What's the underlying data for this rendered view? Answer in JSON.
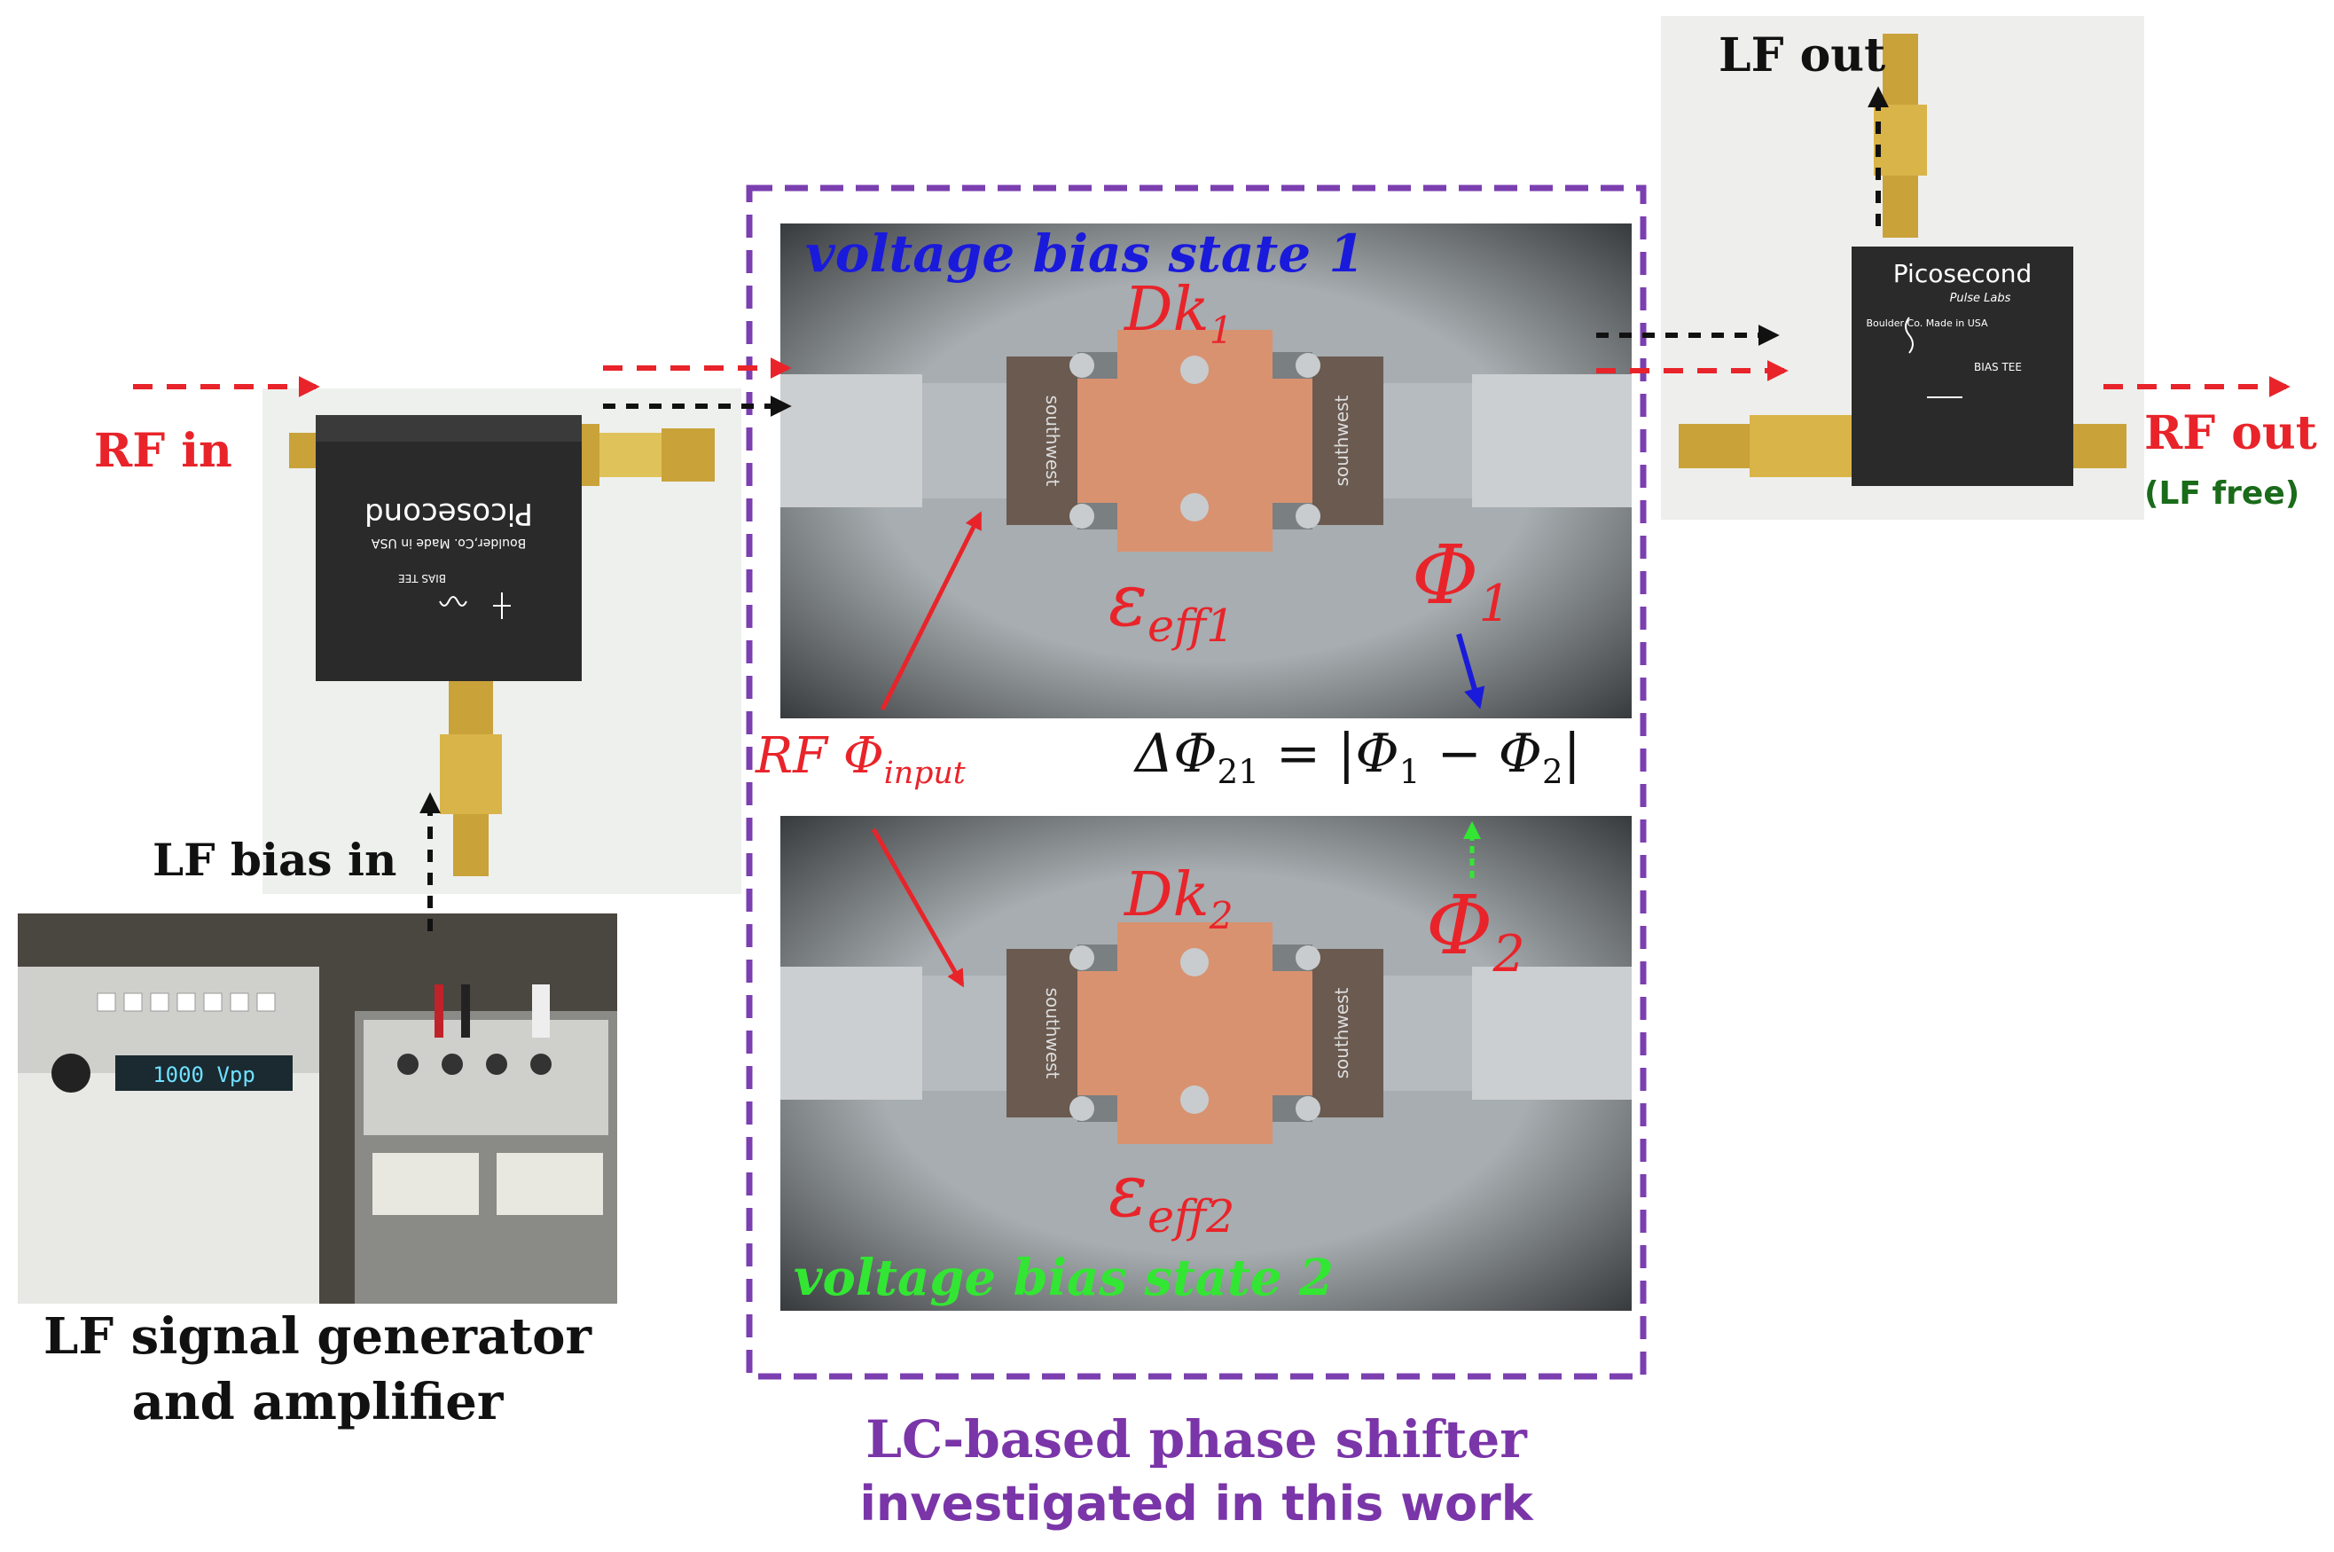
{
  "labels": {
    "rf_in": "RF in",
    "rf_out": "RF out",
    "lf_free": "(LF free)",
    "lf_out": "LF out",
    "lf_bias_in": "LF bias in",
    "generator_line1": "LF signal generator",
    "generator_line2": "and amplifier",
    "state1": "voltage bias state 1",
    "state2": "voltage bias state 2",
    "dk1_base": "Dk",
    "dk1_sub": "1",
    "dk2_base": "Dk",
    "dk2_sub": "2",
    "eps1_base": "ε",
    "eps1_sub": "eff1",
    "eps2_base": "ε",
    "eps2_sub": "eff2",
    "phi1_base": "Φ",
    "phi1_sub": "1",
    "phi2_base": "Φ",
    "phi2_sub": "2",
    "rf_phi_base": "RF Φ",
    "rf_phi_sub": "input",
    "eq_delta": "ΔΦ",
    "eq_delta_sub": "21",
    "eq_mid": " = |",
    "eq_phi_a": "Φ",
    "eq_phi_a_sub": "1",
    "eq_minus": " − ",
    "eq_phi_b": "Φ",
    "eq_phi_b_sub": "2",
    "eq_end": "|",
    "caption_line1": "LC-based phase shifter",
    "caption_line2": "investigated in this work"
  },
  "device": {
    "brand": "Picosecond",
    "sub_brand": "Pulse Labs",
    "location": "Boulder,Co.  Made in USA",
    "model": "BIAS TEE",
    "connector_mark": "southwest",
    "generator_display": "1000 Vpp"
  },
  "colors": {
    "rf_arrow": "#e8242a",
    "lf_arrow": "#111111",
    "state1": "#1a1adb",
    "state2": "#33e633",
    "box_border": "#7b3fb0",
    "caption": "#7a35a8",
    "lf_free": "#1a6b1a",
    "copper": "#d9926f",
    "photo_bg": "#9aa0a3"
  }
}
